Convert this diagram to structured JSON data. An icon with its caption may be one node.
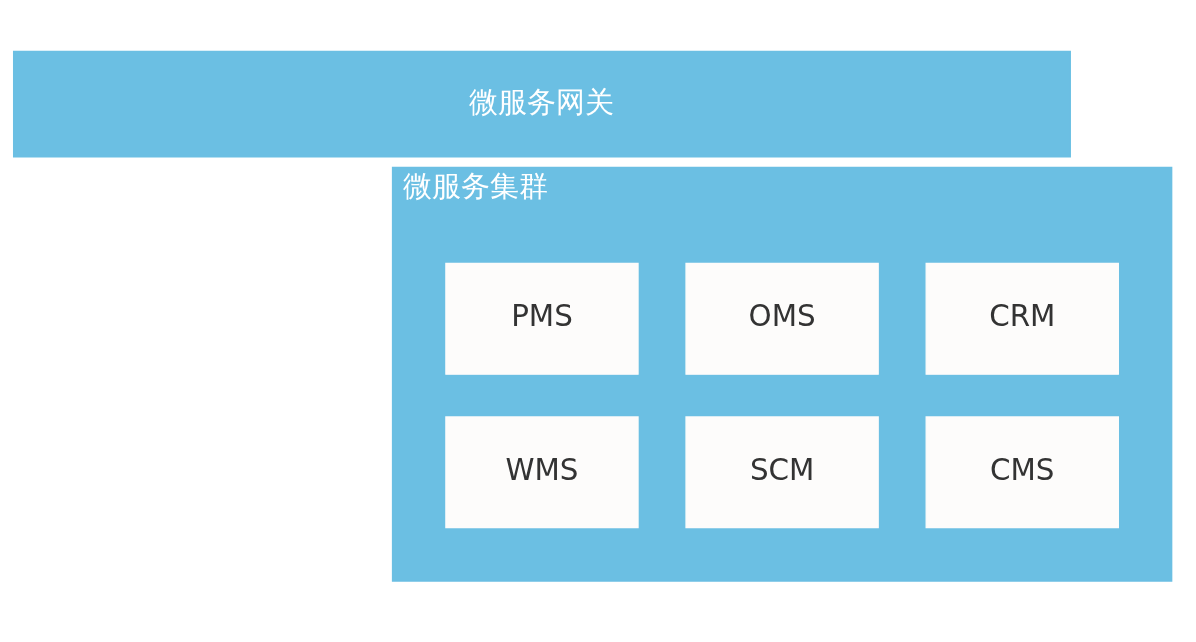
{
  "diagram": {
    "nodes": [
      {
        "text": [
          "微服务网关"
        ]
      },
      {
        "text": [
          "微服务集群"
        ]
      },
      {
        "text": [
          "PMS"
        ],
        "in": 1
      },
      {
        "text": [
          "OMS"
        ],
        "in": 1
      },
      {
        "text": [
          "CRM"
        ],
        "in": 1
      },
      {
        "text": [
          "WMS"
        ],
        "in": 1
      },
      {
        "text": [
          "SCM"
        ],
        "in": 1
      },
      {
        "text": [
          "CMS"
        ],
        "in": 1
      }
    ]
  }
}
